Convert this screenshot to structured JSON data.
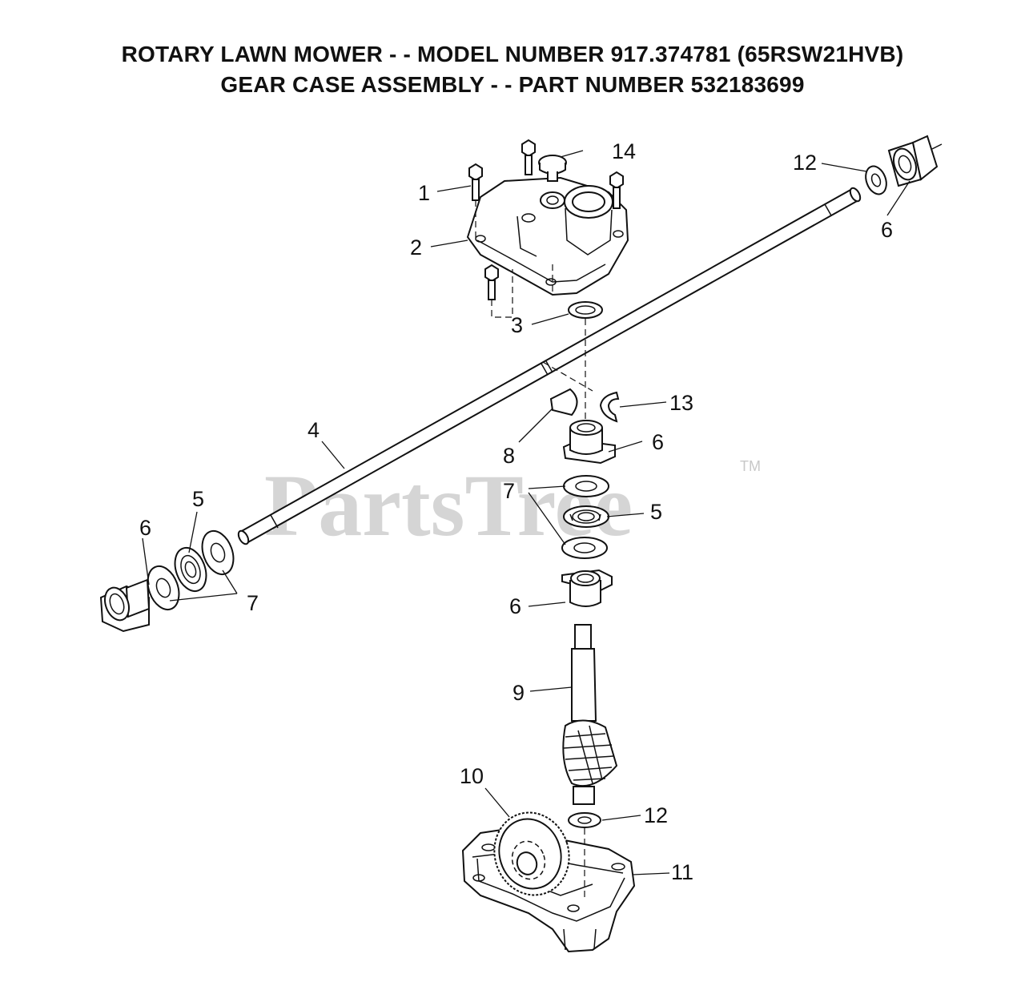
{
  "title": {
    "line1": "ROTARY LAWN MOWER - - MODEL NUMBER 917.374781 (65RSW21HVB)",
    "line2": "GEAR CASE ASSEMBLY - - PART NUMBER 532183699"
  },
  "watermark": {
    "text": "PartsTree",
    "trademark": "TM"
  },
  "callouts": {
    "c1": "1",
    "c2": "2",
    "c3": "3",
    "c4": "4",
    "c5a": "5",
    "c5b": "5",
    "c6a": "6",
    "c6b": "6",
    "c6c": "6",
    "c6d": "6",
    "c7a": "7",
    "c7b": "7",
    "c8": "8",
    "c9": "9",
    "c10": "10",
    "c11": "11",
    "c12a": "12",
    "c12b": "12",
    "c13": "13",
    "c14": "14"
  },
  "colors": {
    "line": "#111111",
    "watermark": "#c8c8c8",
    "background": "#ffffff"
  }
}
